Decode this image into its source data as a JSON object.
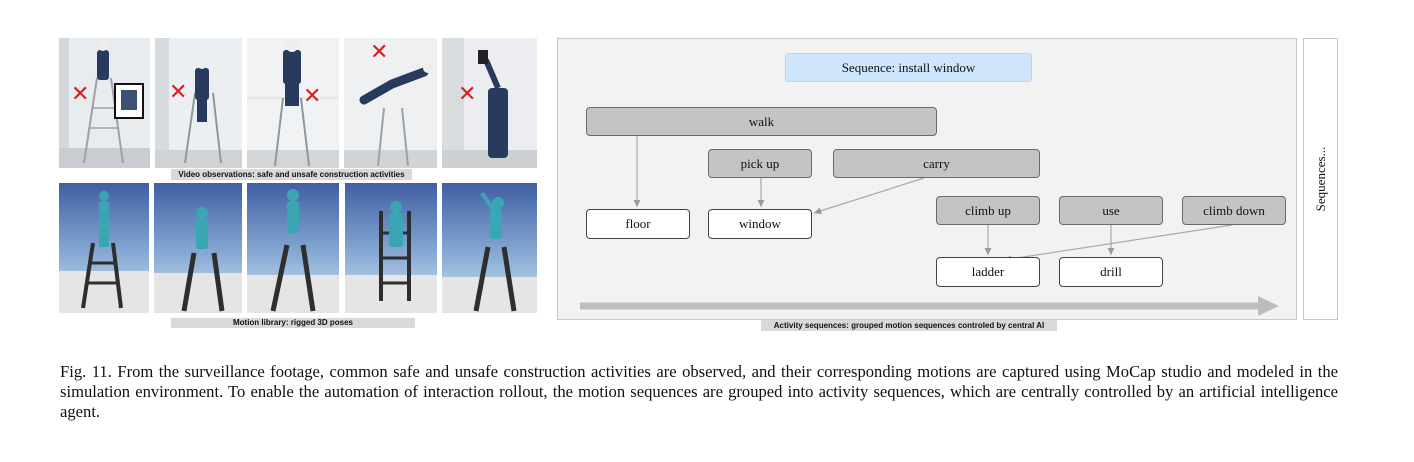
{
  "left_panel": {
    "video_caption": "Video observations: safe and unsafe construction activities",
    "motion_caption": "Motion library: rigged 3D poses",
    "unsafe_marker": "✕"
  },
  "diagram": {
    "sequence_title": "Sequence: install window",
    "motions": {
      "walk": "walk",
      "pick_up": "pick up",
      "carry": "carry",
      "climb_up": "climb up",
      "use": "use",
      "climb_down": "climb down"
    },
    "objects": {
      "floor": "floor",
      "window": "window",
      "ladder": "ladder",
      "drill": "drill"
    },
    "side_label": "Sequences...",
    "activity_caption": "Activity sequences: grouped motion sequences controled by central AI"
  },
  "figure_caption": "Fig. 11.  From the surveillance footage, common safe and unsafe construction activities are observed, and their corresponding motions are captured using MoCap studio and modeled in the simulation environment. To enable the automation of interaction rollout, the motion sequences are grouped into activity sequences, which are centrally controlled by an artificial intelligence agent.",
  "colors": {
    "sequence_title_bg": "#cfe5fb",
    "motion_node_bg": "#c4c4c4",
    "object_node_bg": "#ffffff",
    "panel_bg": "#f2f2f2",
    "unsafe_mark": "#d62020",
    "mannequin": "#3aa6b3"
  }
}
